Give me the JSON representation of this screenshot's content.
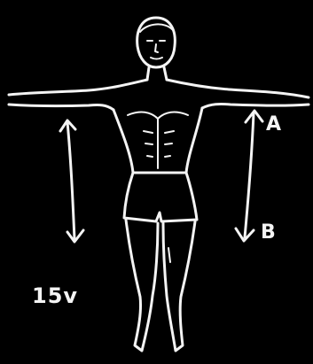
{
  "labels": {
    "start_position": "A",
    "end_position": "B",
    "repetitions": "15v"
  },
  "colors": {
    "background": "#000000",
    "chalk": "#f4f4f4"
  }
}
